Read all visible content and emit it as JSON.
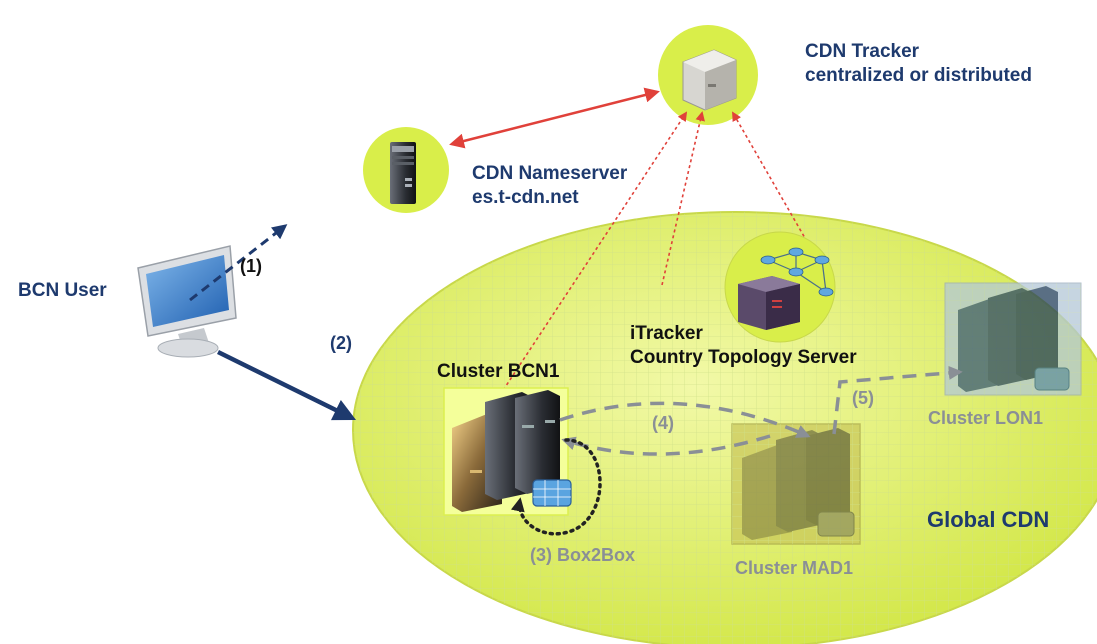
{
  "tracker": {
    "line1": "CDN Tracker",
    "line2": "centralized or distributed"
  },
  "nameserver": {
    "line1": "CDN Nameserver",
    "line2": "es.t-cdn.net"
  },
  "user": {
    "label": "BCN User"
  },
  "steps": {
    "s1": "(1)",
    "s2": "(2)",
    "s4": "(4)",
    "s5": "(5)",
    "s3": "(3) Box2Box"
  },
  "itracker": {
    "line1": "iTracker",
    "line2": "Country Topology Server"
  },
  "clusters": {
    "bcn1": "Cluster BCN1",
    "mad1": "Cluster MAD1",
    "lon1": "Cluster LON1"
  },
  "cdn": {
    "label": "Global CDN"
  },
  "colors": {
    "lime": "#e3f06a",
    "navy": "#1e3a6e",
    "red": "#e0413a",
    "grey": "#8a8f96"
  }
}
